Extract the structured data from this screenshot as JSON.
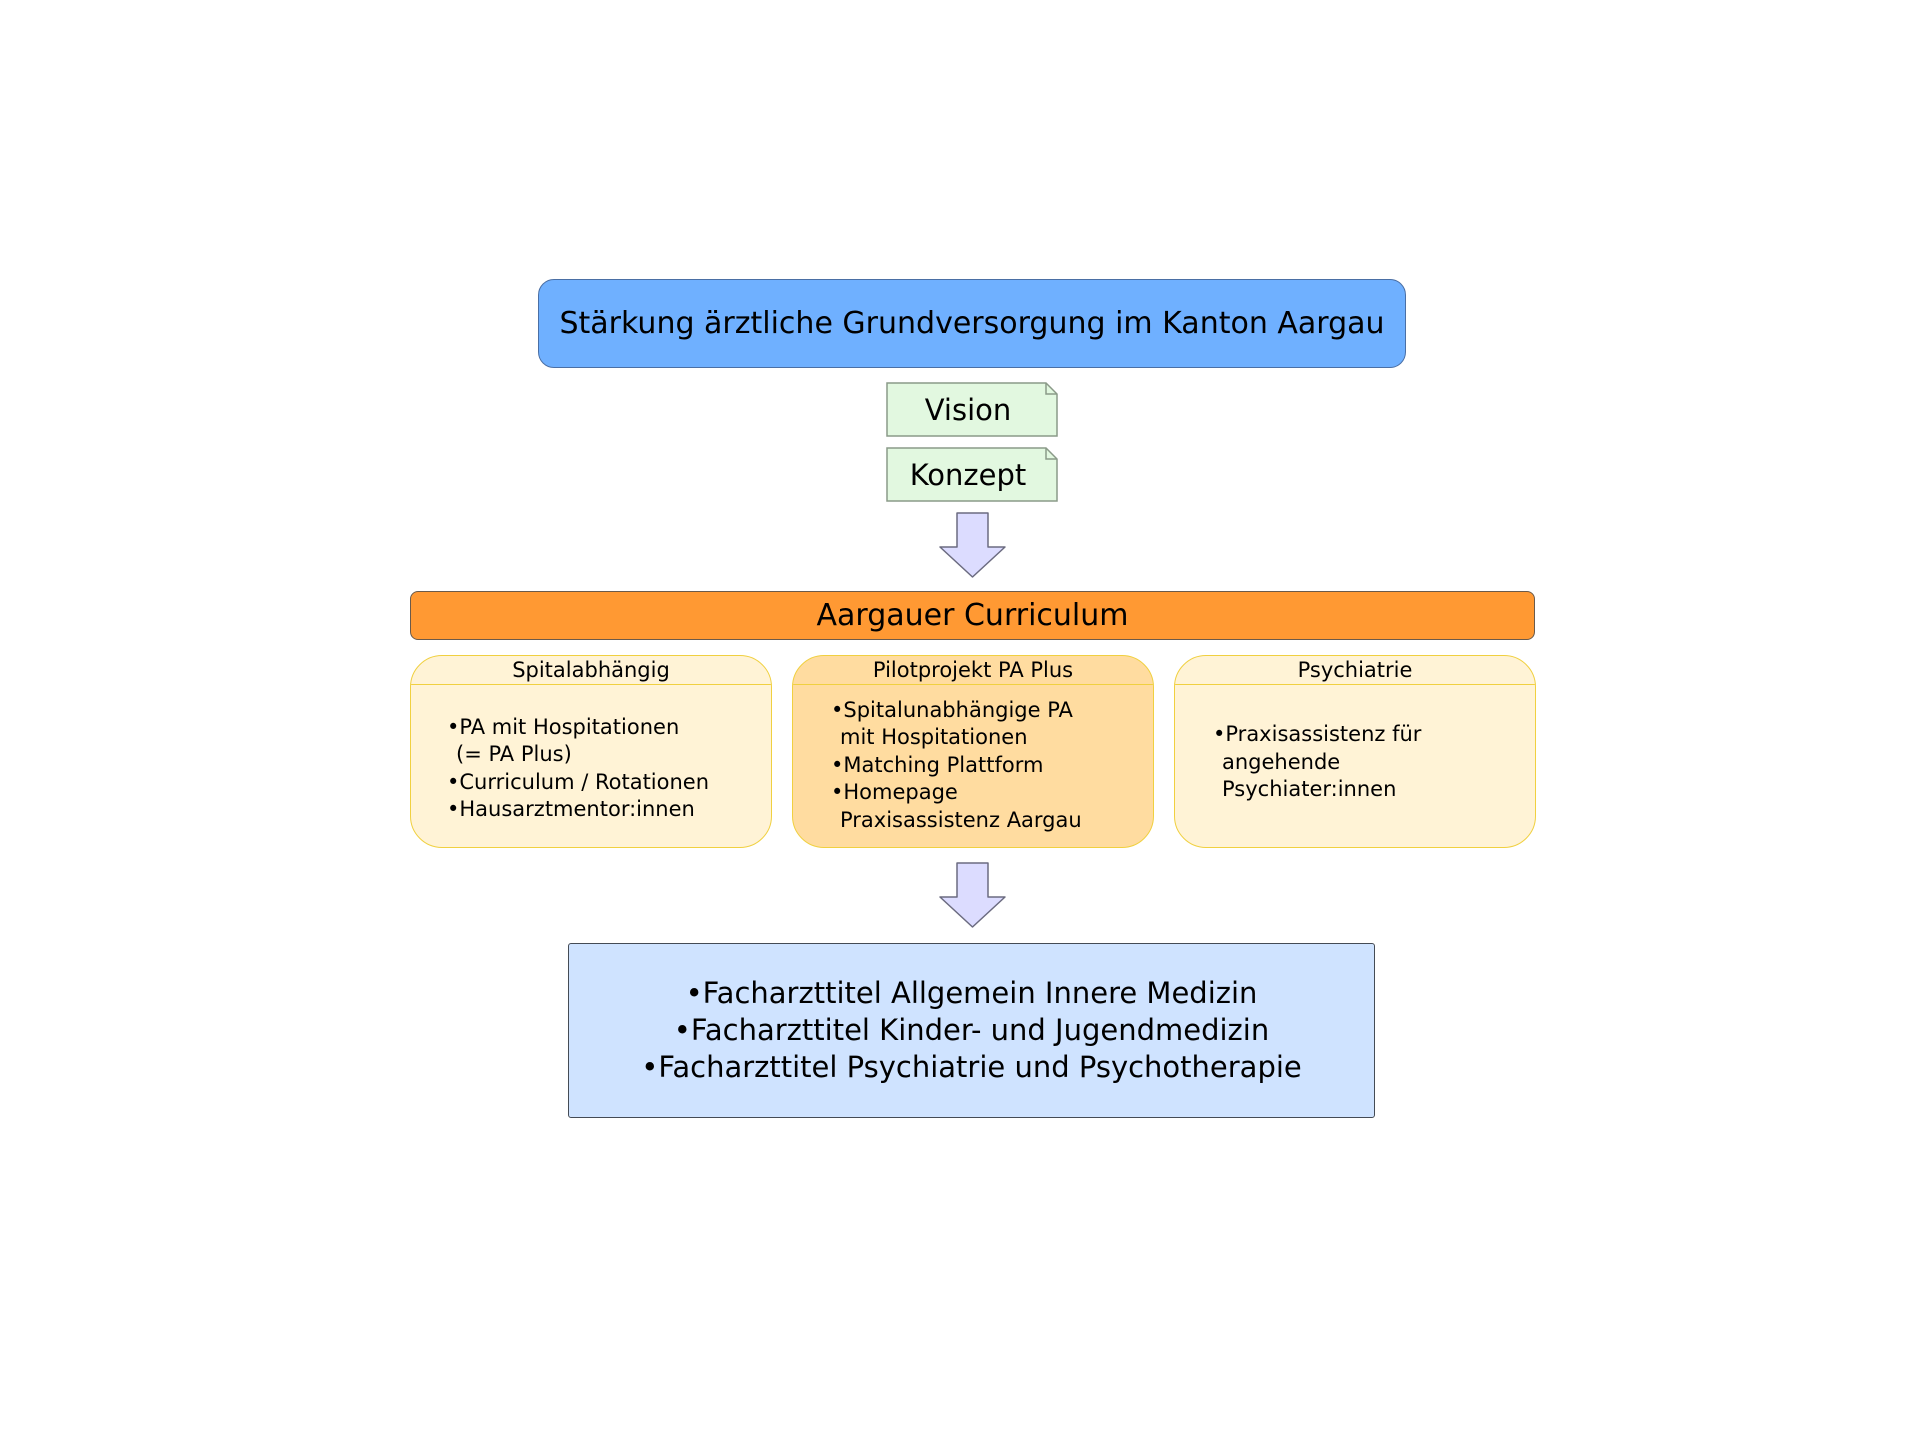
{
  "diagram": {
    "top_title": "Stärkung ärztliche Grundversorgung im Kanton Aargau",
    "notes": [
      "Vision",
      "Konzept"
    ],
    "curriculum_title": "Aargauer Curriculum",
    "tracks": [
      {
        "title": "Spitalabhängig",
        "lines": [
          "•PA mit Hospitationen",
          "  (= PA Plus)",
          "•Curriculum / Rotationen",
          "•Hausarztmentor:innen"
        ]
      },
      {
        "title": "Pilotprojekt PA Plus",
        "lines": [
          "•Spitalunabhängige PA",
          "  mit Hospitationen",
          "•Matching Plattform",
          "•Homepage",
          "  Praxisassistenz Aargau"
        ]
      },
      {
        "title": "Psychiatrie",
        "lines": [
          "•Praxisassistenz für",
          "  angehende",
          "  Psychiater:innen"
        ]
      }
    ],
    "outcomes": [
      "•Facharzttitel Allgemein Innere Medizin",
      "•Facharzttitel Kinder- und Jugendmedizin",
      "•Facharzttitel Psychiatrie und Psychotherapie"
    ]
  },
  "colors": {
    "top_box": "#6fb0ff",
    "note": "#e2f8e0",
    "arrow": "#dcdcff",
    "curriculum_bar": "#ff9933",
    "track_light": "#fff3d6",
    "track_mid": "#ffdca0",
    "track_border": "#f0d040",
    "outcome_box": "#cfe3ff"
  }
}
